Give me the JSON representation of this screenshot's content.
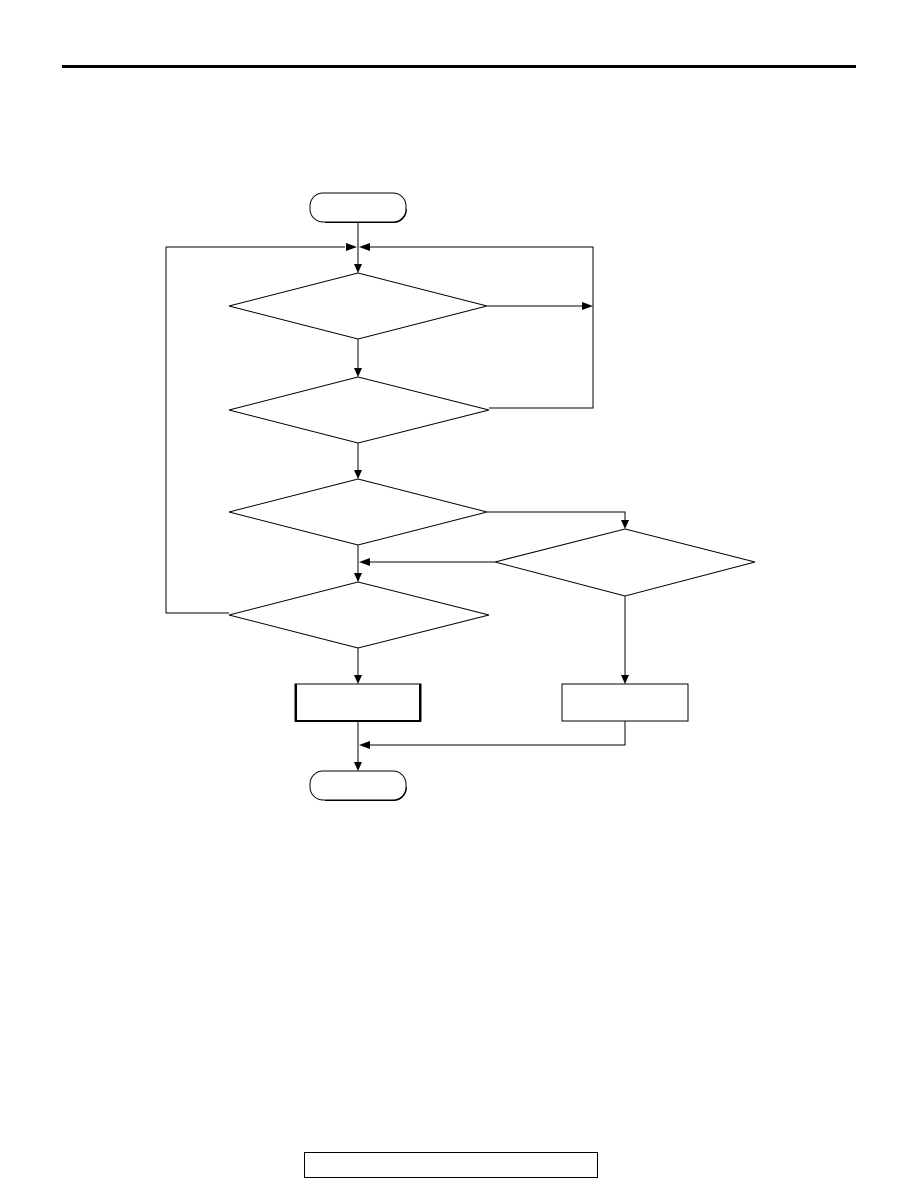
{
  "header": {
    "rule_color": "#000000"
  },
  "flowchart": {
    "nodes": [
      {
        "id": "start",
        "shape": "terminator",
        "text": ""
      },
      {
        "id": "decision-1",
        "shape": "diamond",
        "text": ""
      },
      {
        "id": "decision-2",
        "shape": "diamond",
        "text": ""
      },
      {
        "id": "decision-3",
        "shape": "diamond",
        "text": ""
      },
      {
        "id": "decision-4",
        "shape": "diamond",
        "text": ""
      },
      {
        "id": "decision-5",
        "shape": "diamond",
        "text": ""
      },
      {
        "id": "process-1",
        "shape": "rectangle",
        "text": ""
      },
      {
        "id": "process-2",
        "shape": "rectangle",
        "text": ""
      },
      {
        "id": "end",
        "shape": "terminator",
        "text": ""
      }
    ],
    "edges": [
      {
        "from": "start",
        "to": "decision-1",
        "label": ""
      },
      {
        "from": "decision-1",
        "to": "decision-2",
        "label": ""
      },
      {
        "from": "decision-1",
        "to": "decision-1",
        "label": ""
      },
      {
        "from": "decision-2",
        "to": "decision-1",
        "label": ""
      },
      {
        "from": "decision-2",
        "to": "decision-3",
        "label": ""
      },
      {
        "from": "decision-3",
        "to": "decision-4",
        "label": ""
      },
      {
        "from": "decision-3",
        "to": "decision-5",
        "label": ""
      },
      {
        "from": "decision-5",
        "to": "decision-4",
        "label": ""
      },
      {
        "from": "decision-5",
        "to": "process-2",
        "label": ""
      },
      {
        "from": "decision-4",
        "to": "decision-1",
        "label": ""
      },
      {
        "from": "decision-4",
        "to": "process-1",
        "label": ""
      },
      {
        "from": "process-1",
        "to": "end",
        "label": ""
      },
      {
        "from": "process-2",
        "to": "end",
        "label": ""
      }
    ]
  },
  "footer": {
    "text": ""
  }
}
